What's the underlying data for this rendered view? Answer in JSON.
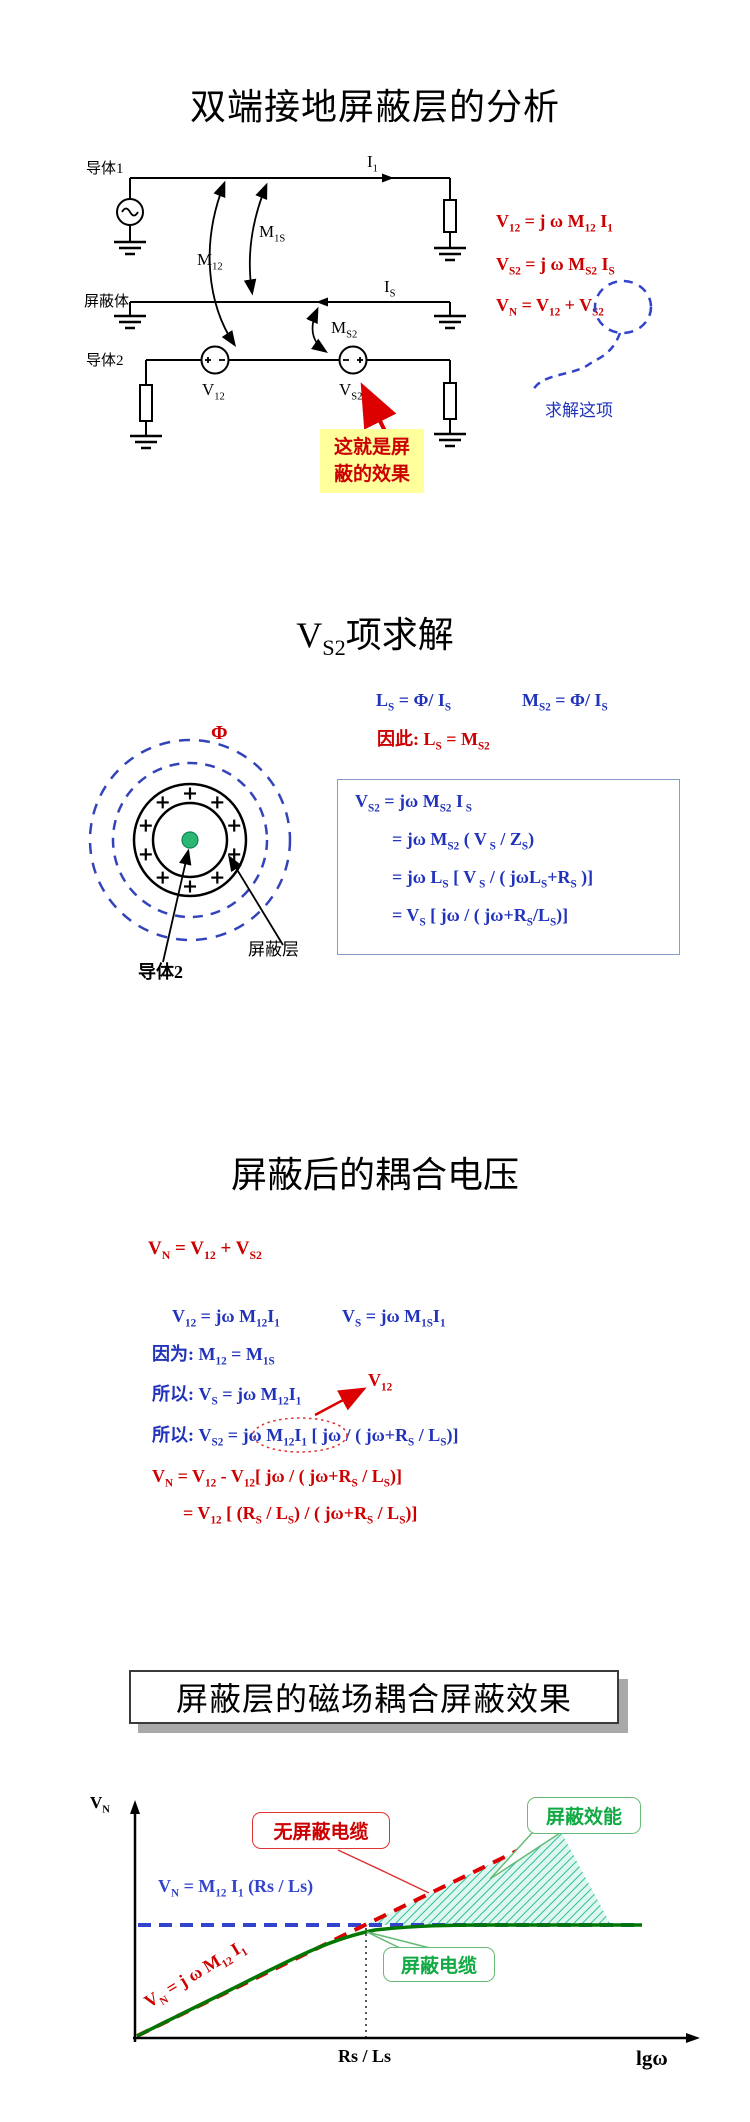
{
  "colors": {
    "formula_red": "#cc0000",
    "formula_blue": "#2233bb",
    "dash_blue": "#3344cc",
    "curve_green": "#007700",
    "hatch_teal": "#2fbf9f",
    "label_green": "#11aa44",
    "highlight_yellow": "#ffff9c"
  },
  "slide1": {
    "title": "双端接地屏蔽层的分析",
    "circuit": {
      "conductor1_label": "导体1",
      "shield_label": "屏蔽体",
      "conductor2_label": "导体2",
      "current1": "I_{1}",
      "current_s": "I_{S}",
      "m12": "M_{12}",
      "m1s": "M_{1S}",
      "ms2": "M_{S2}",
      "v12": "V_{12}",
      "vs2": "V_{S2}"
    },
    "formulas": {
      "line1": "V_{12} = j ω M_{12} I_{1}",
      "line2": "V_{S2} = j ω  M_{S2}  I_{S}",
      "line3_prefix": "V_{N} = V_{12} + ",
      "line3_circled": "V_{S2}"
    },
    "solve_note": "求解这项",
    "highlight_note": "这就是屏蔽的效果"
  },
  "slide2": {
    "title": "V_{S2}项求解",
    "phi": "Φ",
    "formula_ls": "L_{S} = Φ/ I_{S}",
    "formula_ms2": "M_{S2} = Φ/ I_{S}",
    "conclusion": "因此:  L_{S} =  M_{S2}",
    "box_lines": [
      "V_{S2}  =  jω M_{S2} I_{ S}",
      "=  jω M_{S2} ( V_{ S} / Z_{S})",
      "=  jω L_{S} [ V_{ S} / ( jωL_{S}+R_{S} )]",
      "=  V_{S} [ jω / ( jω+R_{S}/L_{S})]"
    ],
    "conductor2_label": "导体2",
    "shield_layer_label": "屏蔽层"
  },
  "slide3": {
    "title": "屏蔽后的耦合电压",
    "f_vn": "V_{N} = V_{12} +  V_{S2}",
    "f_v12": "V_{12} = jω M_{12}I_{1}",
    "f_vs": "V_{S} = jω M_{1S}I_{1}",
    "f_because": "因为:  M_{12} = M_{1S}",
    "f_so1": "所以:  V_{S} = jω M_{12}I_{1}",
    "v12_callout": "V_{12}",
    "f_so2_prefix": "所以:  V_{S2}  = ",
    "f_so2_circled": " jω M_{12}I_{1} ",
    "f_so2_suffix": " [ jω / ( jω+R_{S} / L_{S})]",
    "f_vn2": "V_{N}  = V_{12} -  V_{12}[ jω / ( jω+R_{S} / L_{S})]",
    "f_vn3": "= V_{12} [ (R_{S} / L_{S}) / ( jω+R_{S} / L_{S})]"
  },
  "slide4": {
    "title": "屏蔽层的磁场耦合屏蔽效果",
    "y_axis_label": "V_{N}",
    "x_axis_label": "lgω",
    "x_tick": "Rs / Ls",
    "asymptote_formula": "V_{N} = M_{12} I_{1} (Rs / Ls)",
    "curve_formula": "V_{N} = j ω M_{12} I_{1}",
    "unshielded_label": "无屏蔽电缆",
    "se_label": "屏蔽效能",
    "shielded_label": "屏蔽电缆",
    "chart_data": {
      "type": "line",
      "xlabel": "lgω",
      "ylabel": "V_N",
      "x_ticks": [
        "Rs / Ls"
      ],
      "grid": false,
      "asymptote": "V_N = M_12 I_1 (Rs / Ls)",
      "series": [
        {
          "name": "无屏蔽电缆",
          "color": "#cc0000",
          "style": "dashed",
          "formula": "V_N = j ω M_12 I_1",
          "behavior": "rises linearly with lgω through the whole range"
        },
        {
          "name": "屏蔽电缆",
          "color": "#007700",
          "style": "solid",
          "behavior": "follows the unshielded line below ω = Rs/Ls, then saturates at V_N = M_12 I_1 (Rs/Ls)"
        }
      ],
      "shaded_region": {
        "label": "屏蔽效能",
        "color": "#2fbf9f",
        "description": "hatched area between unshielded line and saturation level above ω = Rs/Ls"
      }
    }
  }
}
